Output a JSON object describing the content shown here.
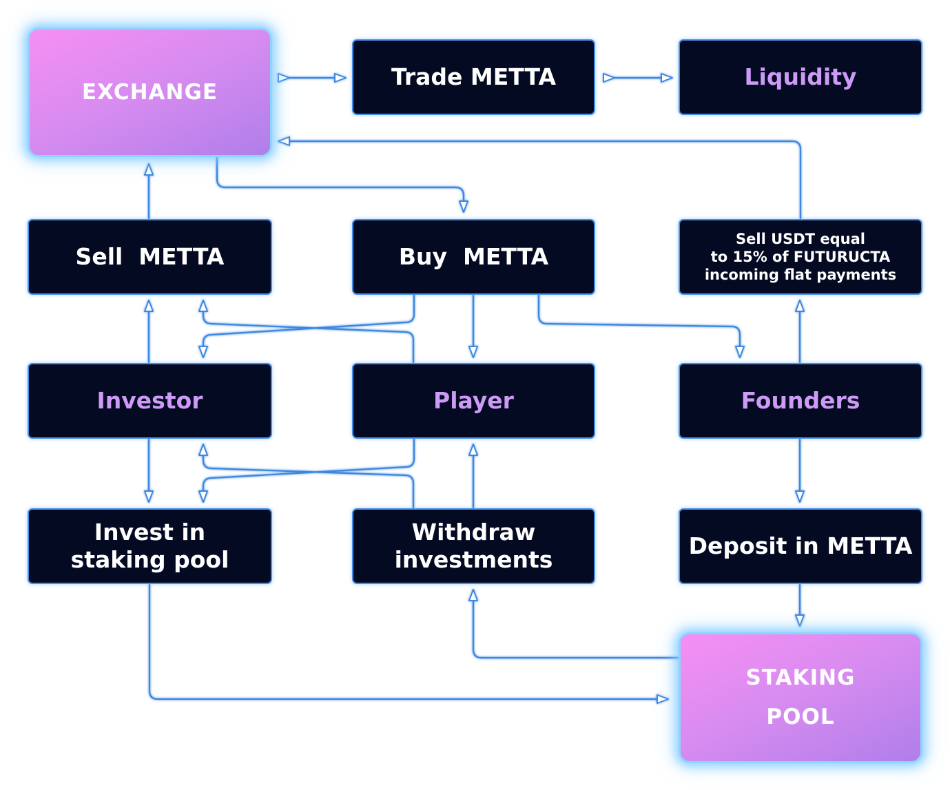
{
  "nodes": {
    "exchange": "EXCHANGE",
    "trade_metta": "Trade METTA",
    "liquidity": "Liquidity",
    "sell_metta": "Sell  METTA",
    "buy_metta": "Buy  METTA",
    "sell_usdt": "Sell USDT equal\nto 15% of FUTURUCTA\nincoming flat payments",
    "investor": "Investor",
    "player": "Player",
    "founders": "Founders",
    "invest_staking": "Invest in\nstaking pool",
    "withdraw": "Withdraw\ninvestments",
    "deposit": "Deposit in METTA",
    "staking_pool": "STAKING\nPOOL"
  },
  "colors": {
    "node_fill": "#040a22",
    "node_border": "#4b8ee6",
    "purple_text": "#cd9bf5",
    "connector": "#3b86e0",
    "gradient_start": "#f68ef4",
    "gradient_end": "#b07eea",
    "glow": "#8fd4ff"
  }
}
